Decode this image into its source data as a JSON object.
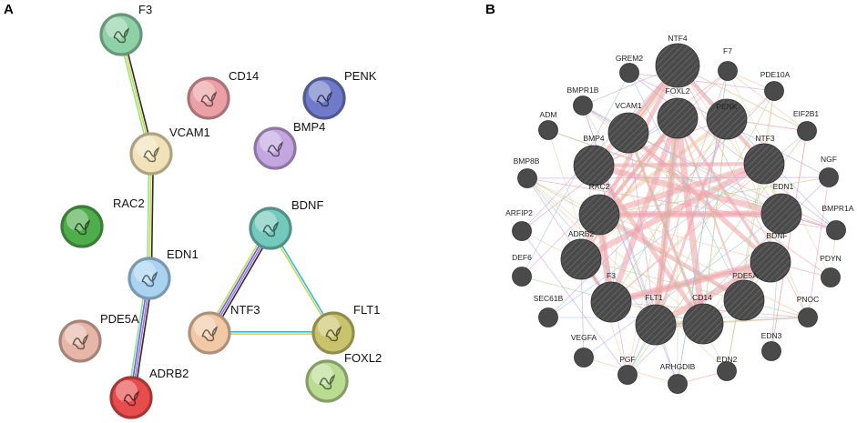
{
  "panel_a": {
    "label": "A",
    "nodes": [
      {
        "id": "F3",
        "label": "F3",
        "color": "#8fd1a6"
      },
      {
        "id": "CD14",
        "label": "CD14",
        "color": "#eba0a5"
      },
      {
        "id": "PENK",
        "label": "PENK",
        "color": "#6f7bc8"
      },
      {
        "id": "VCAM1",
        "label": "VCAM1",
        "color": "#f1e2b8"
      },
      {
        "id": "BMP4",
        "label": "BMP4",
        "color": "#c4a7e0"
      },
      {
        "id": "RAC2",
        "label": "RAC2",
        "color": "#4fad4c"
      },
      {
        "id": "BDNF",
        "label": "BDNF",
        "color": "#73c9bc"
      },
      {
        "id": "EDN1",
        "label": "EDN1",
        "color": "#a9d3f1"
      },
      {
        "id": "PDE5A",
        "label": "PDE5A",
        "color": "#e6b7a8"
      },
      {
        "id": "NTF3",
        "label": "NTF3",
        "color": "#f1c9a6"
      },
      {
        "id": "FLT1",
        "label": "FLT1",
        "color": "#c9c46b"
      },
      {
        "id": "FOXL2",
        "label": "FOXL2",
        "color": "#b9dc91"
      },
      {
        "id": "ADRB2",
        "label": "ADRB2",
        "color": "#e84c4c"
      }
    ],
    "edges": [
      {
        "source": "F3",
        "target": "VCAM1",
        "colors": [
          "#2b2b2b",
          "#d0d84a",
          "#96e08c"
        ]
      },
      {
        "source": "VCAM1",
        "target": "EDN1",
        "colors": [
          "#2b2b2b",
          "#d0d84a",
          "#96e08c"
        ]
      },
      {
        "source": "EDN1",
        "target": "ADRB2",
        "colors": [
          "#2b2b2b",
          "#b36fc7",
          "#4a6fe0",
          "#96e08c"
        ]
      },
      {
        "source": "BDNF",
        "target": "NTF3",
        "colors": [
          "#2b2b2b",
          "#b36fc7",
          "#4a6fe0",
          "#d0d84a"
        ]
      },
      {
        "source": "BDNF",
        "target": "FLT1",
        "colors": [
          "#38b7e8",
          "#d0d84a"
        ]
      },
      {
        "source": "NTF3",
        "target": "FLT1",
        "colors": [
          "#38b7e8",
          "#d0d84a"
        ]
      }
    ]
  },
  "panel_b": {
    "label": "B",
    "big_nodes": [
      "NTF4",
      "FOXL2",
      "VCAM1",
      "PENK",
      "BMP4",
      "NTF3",
      "RAC2",
      "EDN1",
      "ADRB2",
      "BDNF",
      "F3",
      "PDE5A",
      "FLT1",
      "CD14"
    ],
    "small_nodes": [
      "F7",
      "PDE10A",
      "EIF2B1",
      "NGF",
      "BMPR1A",
      "PDYN",
      "PNOC",
      "EDN3",
      "EDN2",
      "ARHGDIB",
      "PGF",
      "VEGFA",
      "SEC61B",
      "DEF6",
      "ARFIP2",
      "BMP8B",
      "ADM",
      "BMPR1B",
      "GREM2"
    ],
    "node_color": "#4a4a4a",
    "edge_colors": [
      "#f0a0a8",
      "#a6d98e",
      "#e8cfa5",
      "#c8a5dc",
      "#9fc4ea",
      "#f3c1a0"
    ]
  }
}
